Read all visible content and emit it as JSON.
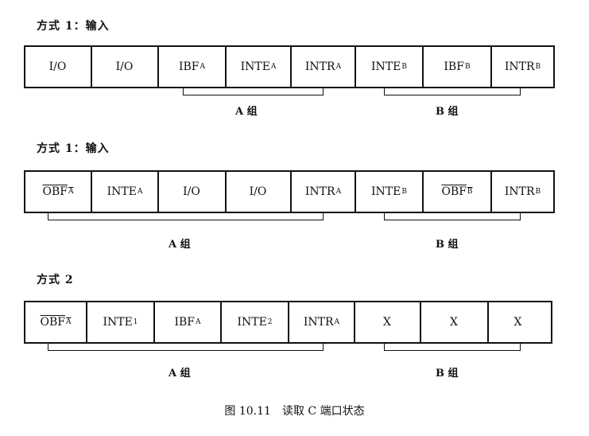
{
  "sections": [
    {
      "title": "方式 1：输入",
      "cells": [
        {
          "text": "I/O"
        },
        {
          "text": "I/O"
        },
        {
          "text": "IBF",
          "sub": "A"
        },
        {
          "text": "INTE",
          "sub": "A"
        },
        {
          "text": "INTR",
          "sub": "A"
        },
        {
          "text": "INTE",
          "sub": "B"
        },
        {
          "text": "IBF",
          "sub": "B"
        },
        {
          "text": "INTR",
          "sub": "B"
        }
      ],
      "groups": [
        "A 组",
        "B 组"
      ]
    },
    {
      "title": "方式 1：输入",
      "cells": [
        {
          "text": "OBF",
          "sub": "A",
          "overline": true
        },
        {
          "text": "INTE",
          "sub": "A"
        },
        {
          "text": "I/O"
        },
        {
          "text": "I/O"
        },
        {
          "text": "INTR",
          "sub": "A"
        },
        {
          "text": "INTE",
          "sub": "B"
        },
        {
          "text": "OBF",
          "sub": "B",
          "overline": true
        },
        {
          "text": "INTR",
          "sub": "B"
        }
      ],
      "groups": [
        "A 组",
        "B 组"
      ]
    },
    {
      "title": "方式 2",
      "cells": [
        {
          "text": "OBF",
          "sub": "A",
          "overline": true
        },
        {
          "text": "INTE",
          "sub": "1"
        },
        {
          "text": "IBF",
          "sub": "A"
        },
        {
          "text": "INTE",
          "sub": "2"
        },
        {
          "text": "INTR",
          "sub": "A"
        },
        {
          "text": "X"
        },
        {
          "text": "X"
        },
        {
          "text": "X"
        }
      ],
      "groups": [
        "A 组",
        "B 组"
      ]
    }
  ],
  "caption": "图 10.11　读取 C 端口状态"
}
